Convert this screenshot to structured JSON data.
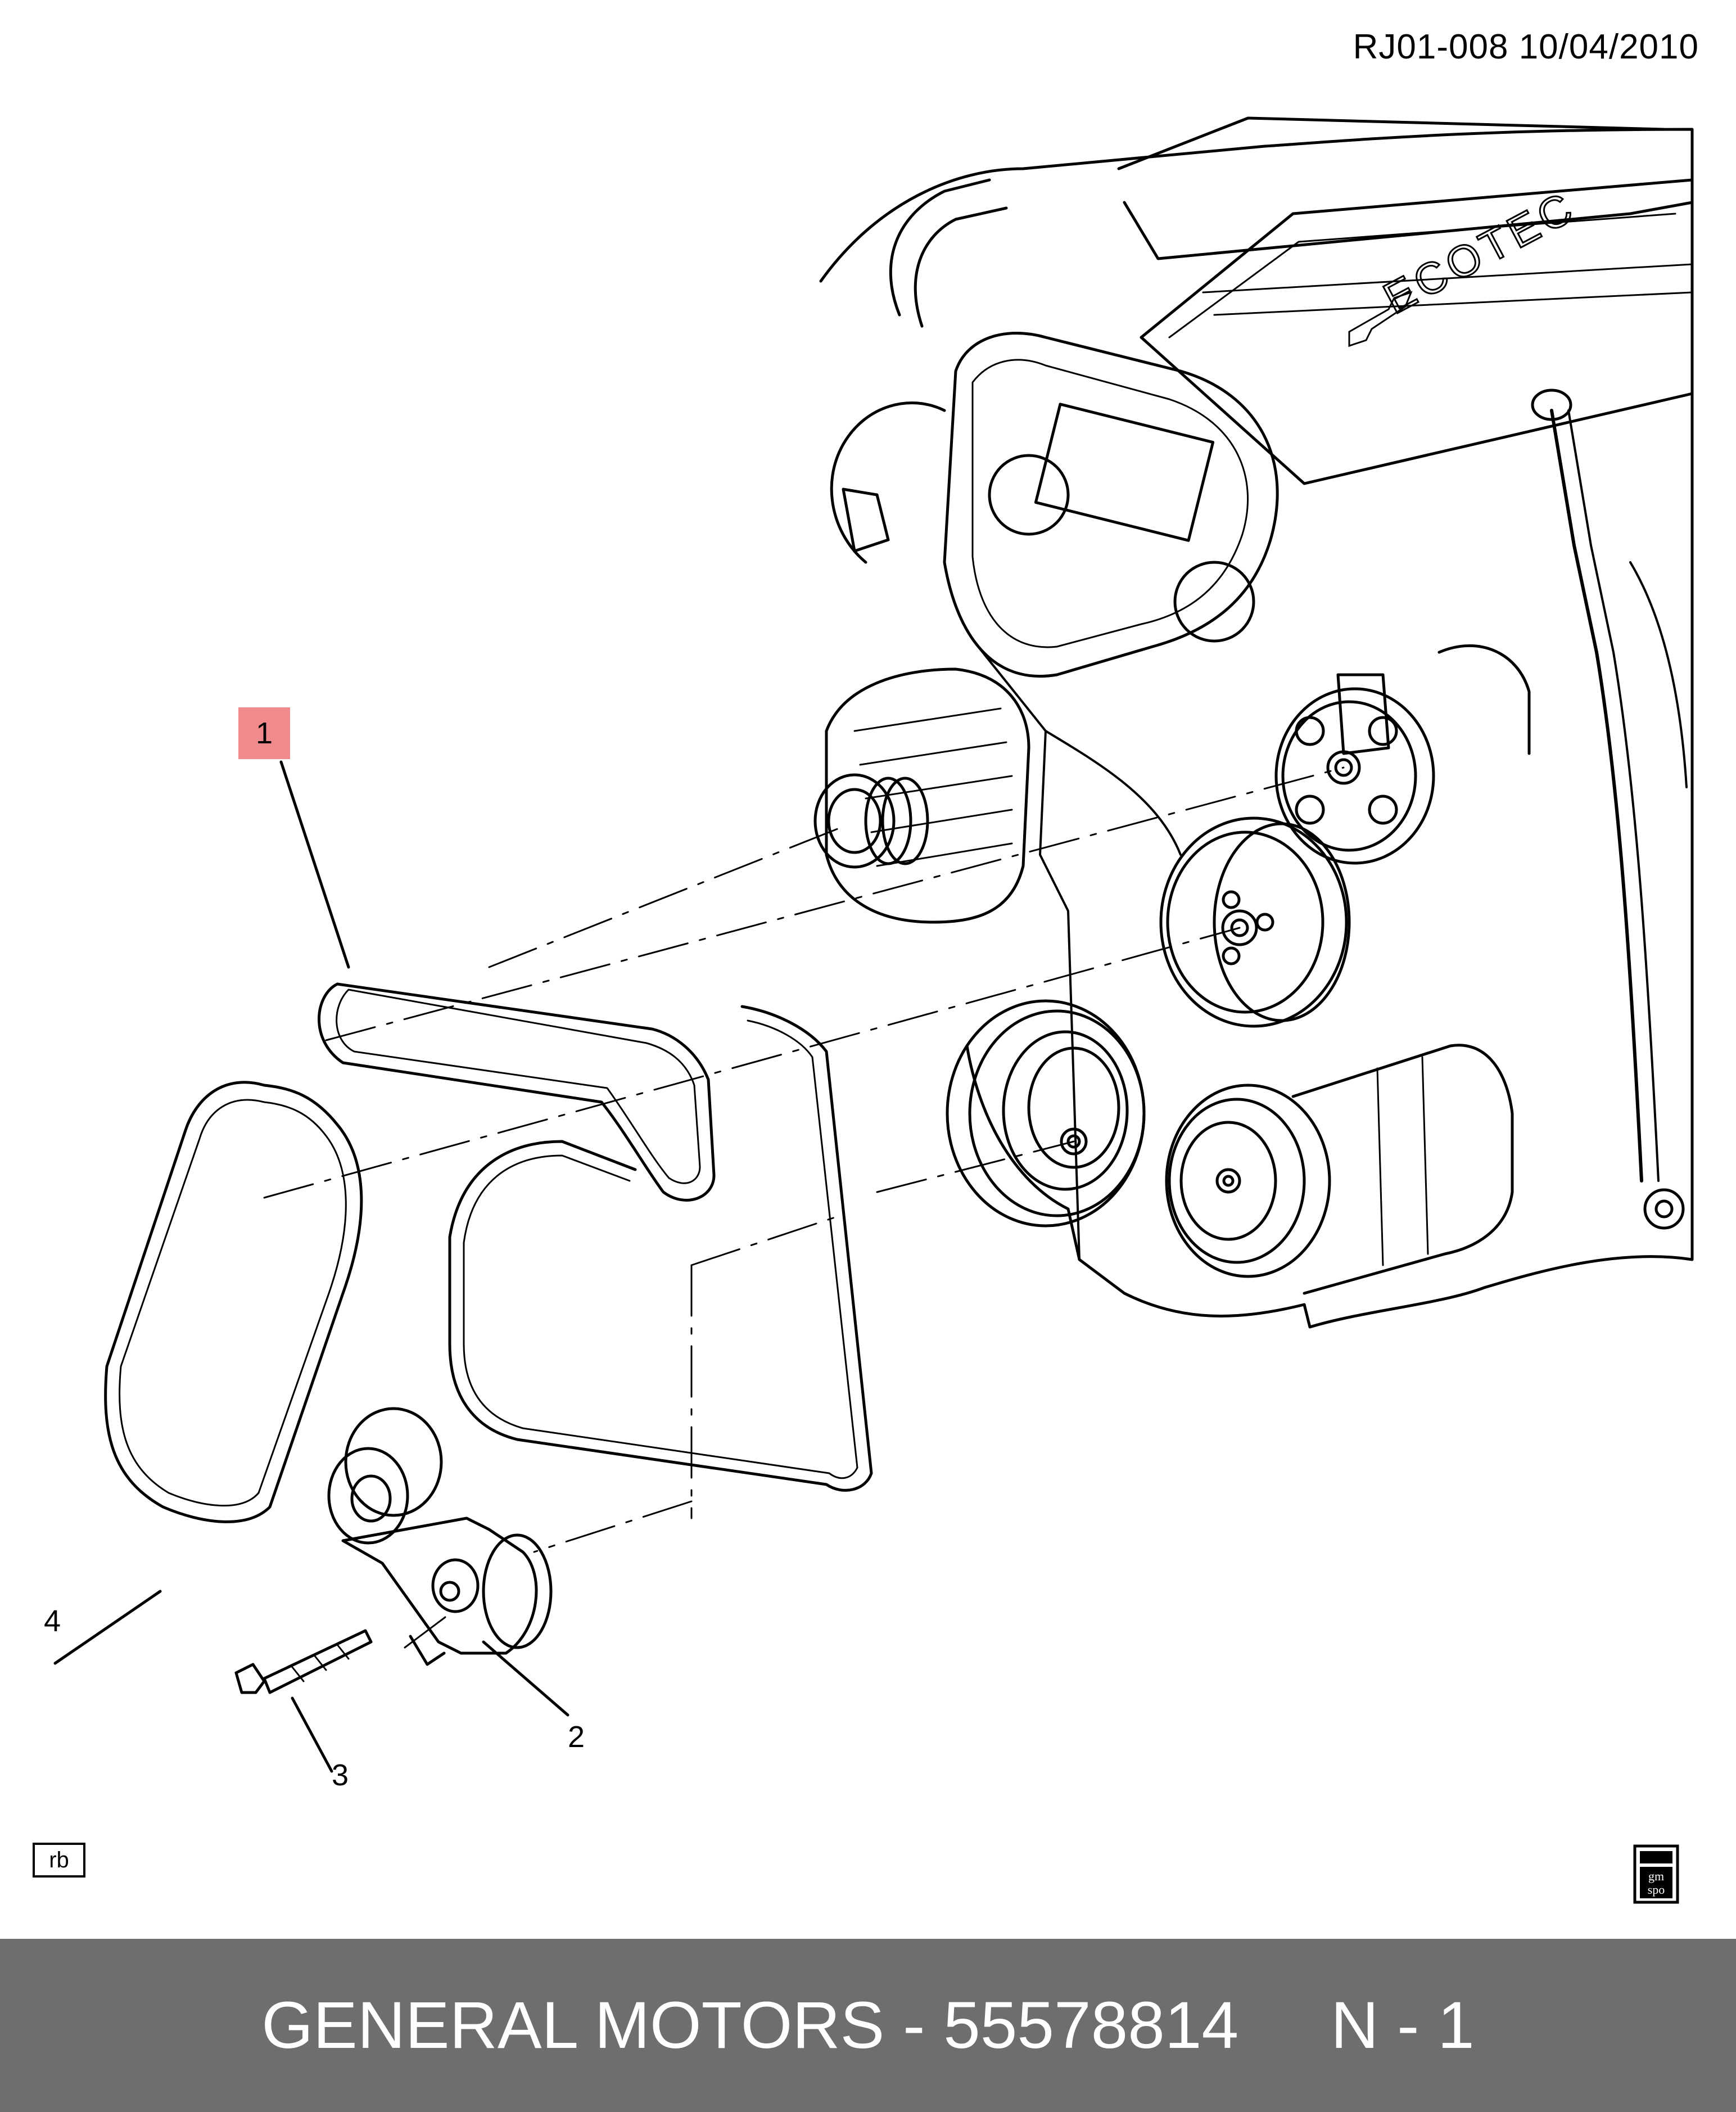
{
  "diagram": {
    "ref_code": "RJ01-008  10/04/2010",
    "callouts": [
      {
        "id": "callout-1",
        "label": "1",
        "highlighted": true
      },
      {
        "id": "callout-2",
        "label": "2",
        "highlighted": false
      },
      {
        "id": "callout-3",
        "label": "3",
        "highlighted": false
      },
      {
        "id": "callout-4",
        "label": "4",
        "highlighted": false
      }
    ],
    "engine_cover_text": "ECOTEC",
    "rb_label": "rb",
    "logo_text": [
      "gm",
      "spo"
    ],
    "highlight_color": "#f08a8c"
  },
  "footer": {
    "text": "GENERAL MOTORS - 55578814     N - 1",
    "background": "#6e6e6e"
  }
}
